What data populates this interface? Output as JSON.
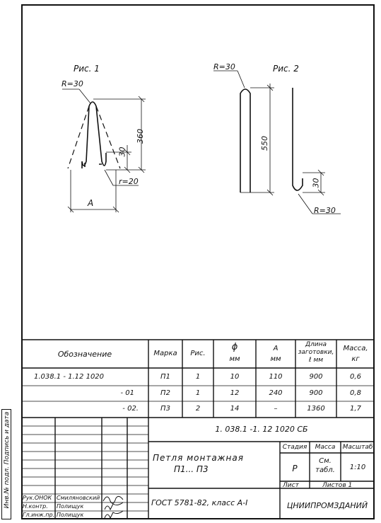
{
  "drawing": {
    "fig1_title": "Рис. 1",
    "fig2_title": "Рис. 2",
    "fig1_radius": "R=30",
    "fig1_r_bottom": "r=20",
    "fig1_dim_height": "360",
    "fig1_dim_30": "30",
    "fig1_dim_a": "A",
    "fig2_radius_top": "R=30",
    "fig2_dim_height": "550",
    "fig2_dim_30": "30",
    "fig2_radius_bottom": "R=30"
  },
  "spec_table": {
    "headers": {
      "designation": "Обозначение",
      "mark": "Марка",
      "fig": "Рис.",
      "diameter_symbol": "ϕ",
      "diameter_unit": "мм",
      "a_symbol": "А",
      "a_unit": "мм",
      "length_l1": "Длина",
      "length_l2": "заготовки,",
      "length_l3": "ℓ мм",
      "mass_l1": "Масса,",
      "mass_l2": "кг"
    },
    "rows": [
      {
        "designation": "1.038.1 - 1.12  1020",
        "mark": "П1",
        "fig": "1",
        "diameter": "10",
        "a": "110",
        "length": "900",
        "mass": "0,6"
      },
      {
        "designation": "- 01",
        "mark": "П2",
        "fig": "1",
        "diameter": "12",
        "a": "240",
        "length": "900",
        "mass": "0,8"
      },
      {
        "designation": "- 02.",
        "mark": "П3",
        "fig": "2",
        "diameter": "14",
        "a": "–",
        "length": "1360",
        "mass": "1,7"
      }
    ]
  },
  "title_block": {
    "doc_code": "1. 038.1 -1. 12  1020  СБ",
    "name_l1": "Петля  монтажная",
    "name_l2": "П1...  П3",
    "stage_label": "Стадия",
    "mass_label": "Масса",
    "scale_label": "Масштаб",
    "stage_value": "Р",
    "mass_value_l1": "См.",
    "mass_value_l2": "табл.",
    "scale_value": "1:10",
    "sheet_label": "Лист",
    "sheets_label": "Листов 1",
    "material": "ГОСТ 5781-82,  класс  А-I",
    "org": "ЦНИИПРОМЗДАНИЙ",
    "signers": [
      {
        "role": "Рук.ОНОК",
        "name": "Смиляновский"
      },
      {
        "role": "Н.контр.",
        "name": "Полищук"
      },
      {
        "role": "Гл.инж.пр.",
        "name": "Полищук"
      }
    ]
  },
  "side_stamp": "Инв.№ подл. Подпись и дата"
}
